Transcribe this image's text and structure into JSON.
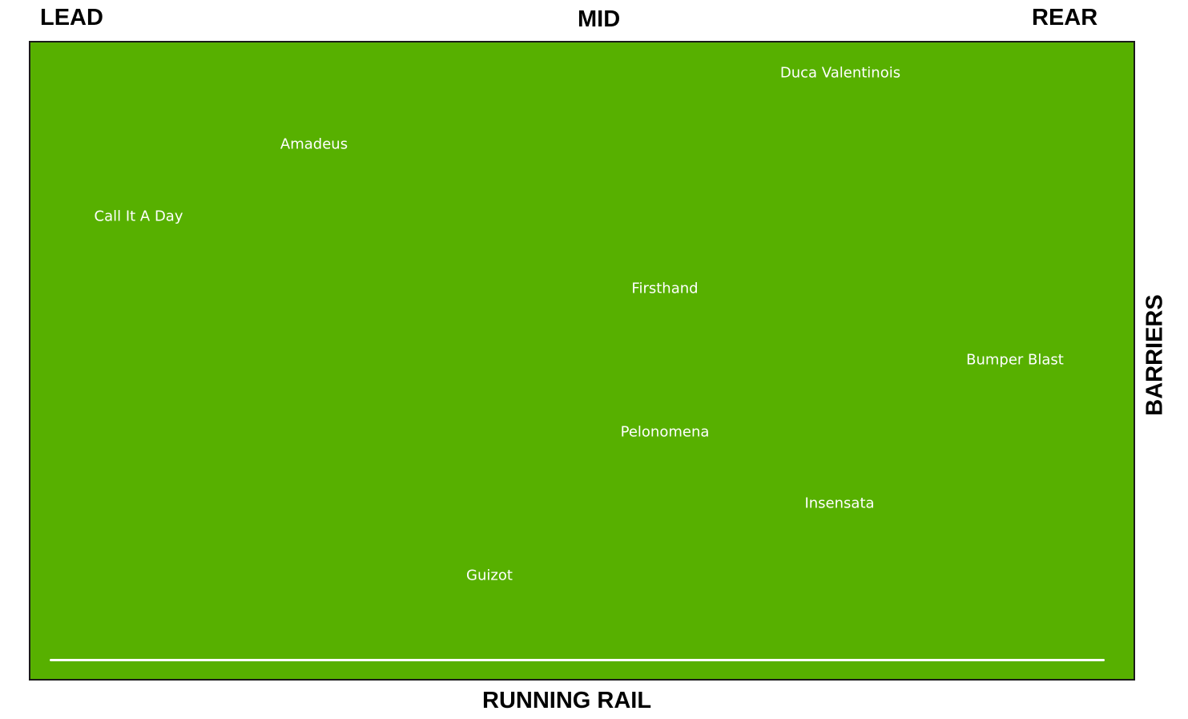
{
  "header": {
    "lead": "LEAD",
    "mid": "MID",
    "rear": "REAR"
  },
  "side_label": "BARRIERS",
  "bottom_label": "RUNNING RAIL",
  "colors": {
    "field": "#57b000",
    "horse_text": "#ffffff",
    "rail": "#ffffff",
    "labels": "#000000"
  },
  "horses": [
    {
      "name": "Duca Valentinois"
    },
    {
      "name": "Amadeus"
    },
    {
      "name": "Call It A Day"
    },
    {
      "name": "Firsthand"
    },
    {
      "name": "Bumper Blast"
    },
    {
      "name": "Pelonomena"
    },
    {
      "name": "Insensata"
    },
    {
      "name": "Guizot"
    }
  ]
}
